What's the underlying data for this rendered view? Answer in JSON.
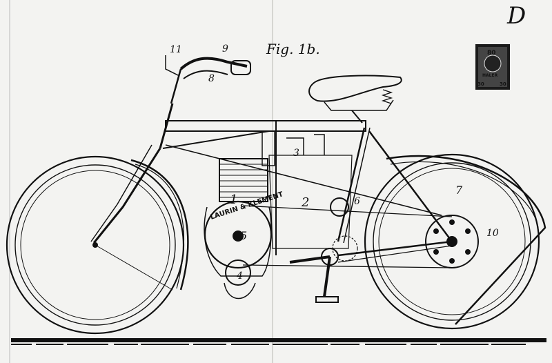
{
  "sheet": {
    "letter": "D",
    "figure": "Fig. 1b.",
    "brand_plate": "LAURIN & KLEMENT"
  },
  "stamp": {
    "value_top": "80",
    "value_left": "30",
    "value_right": "30",
    "center_text": "HALER",
    "colors": {
      "ink": "#1a1a1a",
      "paper": "#f3f3f1"
    }
  },
  "part_labels": [
    "1",
    "2",
    "3",
    "4",
    "5",
    "7",
    "8",
    "9",
    "10",
    "11",
    "6"
  ],
  "colors": {
    "ink": "#111111",
    "paper": "#f3f3f1"
  }
}
